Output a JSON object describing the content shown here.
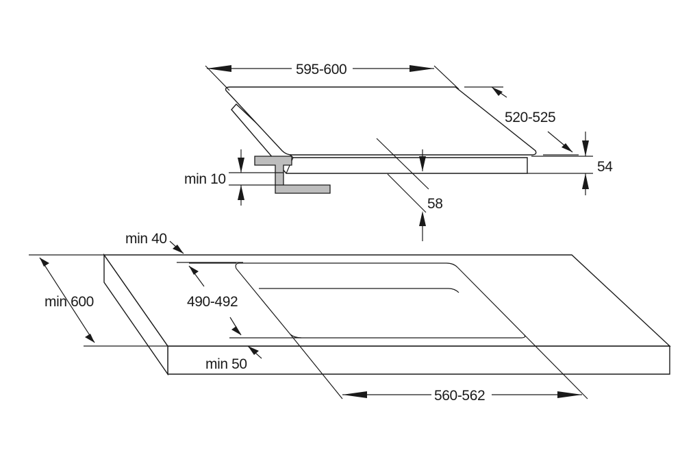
{
  "hob": {
    "width_label": "595-600",
    "depth_label": "520-525",
    "height_label": "54",
    "recess_label": "58"
  },
  "bracket": {
    "clearance_label": "min 10"
  },
  "worktop": {
    "rear_margin_label": "min 40",
    "depth_label": "min 600",
    "cutout_depth_label": "490-492",
    "front_margin_label": "min 50",
    "cutout_width_label": "560-562"
  }
}
